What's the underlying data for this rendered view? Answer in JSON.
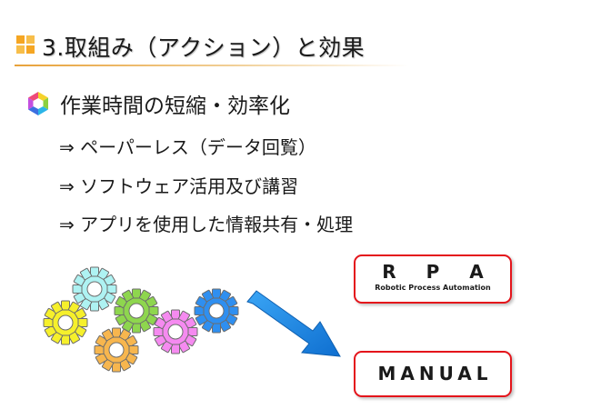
{
  "header": {
    "title": "3.取組み（アクション）と効果",
    "icon": "orange-squares-icon",
    "accent": "#f5a623"
  },
  "main": {
    "bullet": {
      "icon": "hexagon-color-icon",
      "text": "作業時間の短縮・効率化"
    },
    "sub_items": [
      "⇒ ペーパーレス（データ回覧）",
      "⇒ ソフトウェア活用及び講習",
      "⇒ アプリを使用した情報共有・処理"
    ]
  },
  "diagram": {
    "rpa_box": {
      "title": "R P A",
      "subtitle": "Robotic Process Automation"
    },
    "manual_box": {
      "title": "MANUAL"
    },
    "box_border_color": "#e4141b",
    "arrow_color": "#1e8ee8",
    "gear_colors": [
      "#f6f02b",
      "#aef2f2",
      "#8ed64e",
      "#f58af0",
      "#2f8ff0",
      "#f7b64e"
    ]
  }
}
